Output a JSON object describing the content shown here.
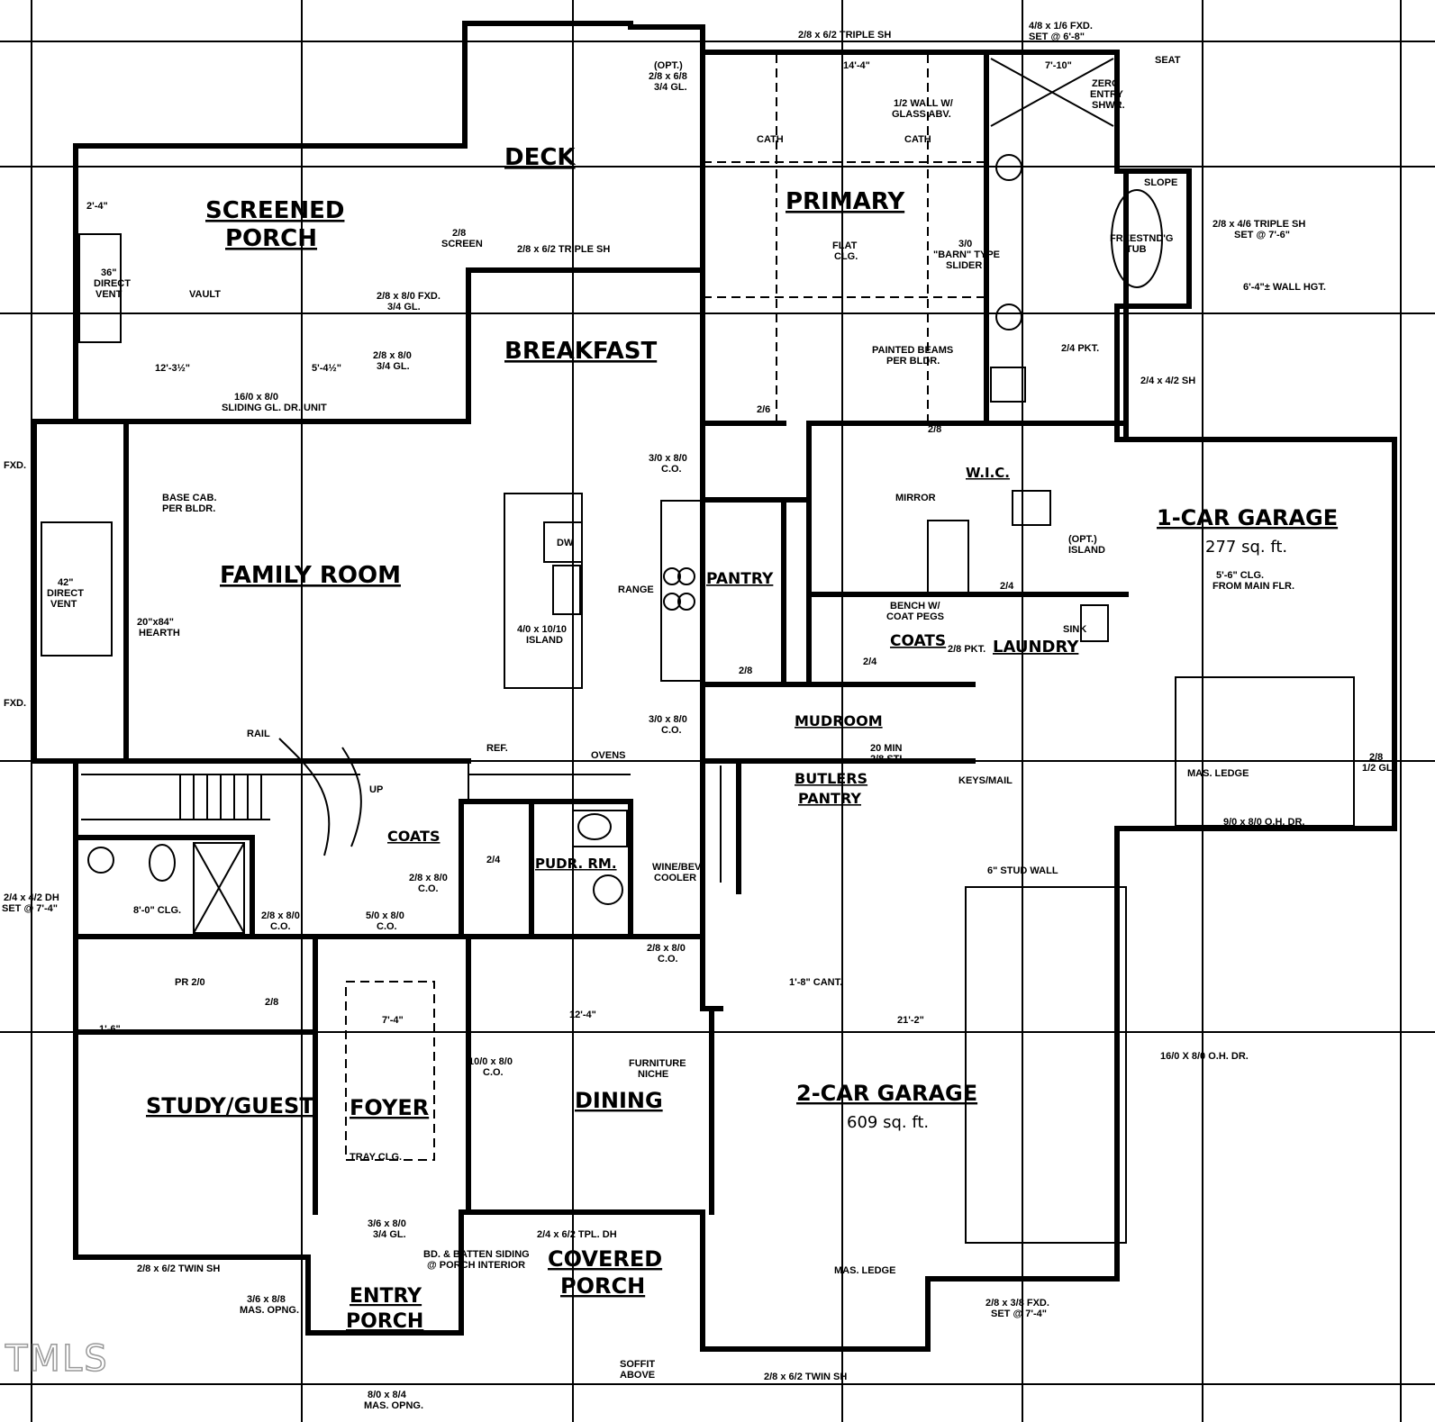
{
  "rooms": {
    "deck": "DECK",
    "screened_porch_1": "SCREENED",
    "screened_porch_2": "PORCH",
    "primary": "PRIMARY",
    "breakfast": "BREAKFAST",
    "family_room": "FAMILY ROOM",
    "pantry": "PANTRY",
    "wic": "W.I.C.",
    "coats_upper": "COATS",
    "laundry": "LAUNDRY",
    "mudroom": "MUDROOM",
    "one_car_garage": "1-CAR GARAGE",
    "butlers_1": "BUTLERS",
    "butlers_2": "PANTRY",
    "coats_lower": "COATS",
    "pudr": "PUDR. RM.",
    "study": "STUDY/GUEST",
    "foyer": "FOYER",
    "dining": "DINING",
    "two_car_garage": "2-CAR GARAGE",
    "entry_1": "ENTRY",
    "entry_2": "PORCH",
    "covered_1": "COVERED",
    "covered_2": "PORCH"
  },
  "areas": {
    "one_car": "277 sq. ft.",
    "two_car": "609 sq. ft."
  },
  "notes": {
    "triple_sh_top": "2/8 x 6/2 TRIPLE SH",
    "fxd_top": "4/8 x 1/6 FXD.",
    "set_top": "SET @ 6'-8\"",
    "opt_door": "(OPT.)",
    "opt_door2": "2/8 x 6/8",
    "opt_door3": "3/4 GL.",
    "seat": "SEAT",
    "zero_entry_1": "ZERO",
    "zero_entry_2": "ENTRY",
    "zero_entry_3": "SHWR.",
    "half_wall_1": "1/2 WALL W/",
    "half_wall_2": "GLASS ABV.",
    "cath1": "CATH",
    "cath2": "CATH",
    "dim_14_4": "14'-4\"",
    "dim_7_10": "7'-10\"",
    "slope": "SLOPE",
    "freestnd_1": "FREESTND'G",
    "freestnd_2": "TUB",
    "triple_sh_right_1": "2/8 x 4/6 TRIPLE SH",
    "triple_sh_right_2": "SET @ 7'-6\"",
    "wall_hgt": "6'-4\"± WALL HGT.",
    "dim_2_4": "2'-4\"",
    "direct_vent_1": "36\"",
    "direct_vent_2": "DIRECT",
    "direct_vent_3": "VENT",
    "vault": "VAULT",
    "screen": "2/8",
    "screen2": "SCREEN",
    "triple_sh_deck": "2/8 x 6/2 TRIPLE SH",
    "fxd_brk_1": "2/8 x 8/0 FXD.",
    "fxd_brk_2": "3/4 GL.",
    "door_brk_1": "2/8 x 8/0",
    "door_brk_2": "3/4 GL.",
    "sliding_1": "16/0 x 8/0",
    "sliding_2": "SLIDING GL. DR. UNIT",
    "dim_12_3": "12'-3½\"",
    "dim_5_4": "5'-4½\"",
    "flat_clg_1": "FLAT",
    "flat_clg_2": "CLG.",
    "barn_1": "3/0",
    "barn_2": "\"BARN\" TYPE",
    "barn_3": "SLIDER",
    "painted_1": "PAINTED BEAMS",
    "painted_2": "PER BLDR.",
    "pkt_24": "2/4 PKT.",
    "sh_24": "2/4 x 4/2 SH",
    "co_brk_1": "3/0 x 8/0",
    "co_brk_2": "C.O.",
    "base_cab_1": "BASE CAB.",
    "base_cab_2": "PER BLDR.",
    "fxd_left1": "FXD.",
    "fxd_left2": "FXD.",
    "direct_vent_fr_1": "42\"",
    "direct_vent_fr_2": "DIRECT",
    "direct_vent_fr_3": "VENT",
    "hearth_1": "20\"x84\"",
    "hearth_2": "HEARTH",
    "dw": "DW",
    "island_1": "4/0 x 10/10",
    "island_2": "ISLAND",
    "range": "RANGE",
    "mirror": "MIRROR",
    "opt_island_1": "(OPT.)",
    "opt_island_2": "ISLAND",
    "bench_1": "BENCH W/",
    "bench_2": "COAT PEGS",
    "pkt_28": "2/8 PKT.",
    "sink": "SINK",
    "clg_1": "5'-6\" CLG.",
    "clg_2": "FROM MAIN FLR.",
    "co_pantry_1": "3/0 x 8/0",
    "co_pantry_2": "C.O.",
    "rail": "RAIL",
    "up": "UP",
    "ref": "REF.",
    "ovens": "OVENS",
    "min_1": "20 MIN",
    "min_2": "2/8 STL",
    "keys": "KEYS/MAIL",
    "mas_ledge_1": "MAS. LEDGE",
    "oh_door_1": "9/0 x 8/0 O.H. DR.",
    "door_28gl": "2/8",
    "door_28gl2": "1/2 GL.",
    "stud_wall": "6\" STUD WALL",
    "wine_1": "WINE/BEV.",
    "wine_2": "COOLER",
    "dh_1": "2/4 x 4/2 DH",
    "dh_2": "SET @ 7'-4\"",
    "clg_8": "8'-0\" CLG.",
    "co_study_1": "2/8 x 8/0",
    "co_study_2": "C.O.",
    "co_foyer_1": "5/0 x 8/0",
    "co_foyer_2": "C.O.",
    "co_coats_1": "2/8 x 8/0",
    "co_coats_2": "C.O.",
    "co_dining_1": "2/8 x 8/0",
    "co_dining_2": "C.O.",
    "pr_20": "PR 2/0",
    "cant": "1'-8\" CANT.",
    "dim_21_2": "21'-2\"",
    "dim_7_4": "7'-4\"",
    "dim_12_4": "12'-4\"",
    "co_foyer_3": "10/0 x 8/0",
    "co_foyer_4": "C.O.",
    "furniture_1": "FURNITURE",
    "furniture_2": "NICHE",
    "oh_door_2": "16/0 X 8/0 O.H. DR.",
    "tray": "TRAY CLG.",
    "door_entry_1": "3/6 x 8/0",
    "door_entry_2": "3/4 GL.",
    "sh_tpl": "2/4 x 6/2 TPL. DH",
    "bd_1": "BD. & BATTEN SIDING",
    "bd_2": "@ PORCH INTERIOR",
    "mas_ledge_2": "MAS. LEDGE",
    "twin_sh_1": "2/8 x 6/2 TWIN SH",
    "mas_opng_1": "3/6 x 8/8",
    "mas_opng_2": "MAS. OPNG.",
    "fxd_bottom_1": "2/8 x 3/8 FXD.",
    "fxd_bottom_2": "SET @ 7'-4\"",
    "soffit_1": "SOFFIT",
    "soffit_2": "ABOVE",
    "twin_sh_2": "2/8 x 6/2 TWIN SH",
    "mas_opng_3": "8/0 x 8/4",
    "mas_opng_4": "MAS. OPNG.",
    "dim_1_6": "1'-6\"",
    "dim_2_4b": "2/4",
    "dim_24c": "2/4",
    "dim_24d": "2/4",
    "dim_26": "2/6",
    "dim_28": "2/8",
    "dim_28b": "2/8",
    "dim_28c": "2/8"
  },
  "watermark": "TMLS"
}
